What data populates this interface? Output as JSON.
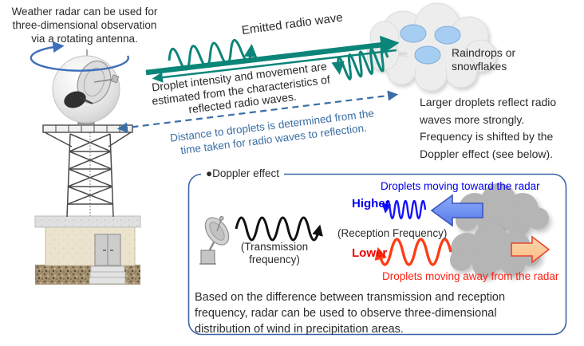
{
  "colors": {
    "teal": "#0c8579",
    "steel_blue": "#3a6ea5",
    "rotation_blue": "#3f6fba",
    "label_blue": "#0000ee",
    "label_red": "#ee0000",
    "wave_red": "#ff3c14",
    "box_border": "#3a64a8",
    "droplet_blue": "#a6cef2",
    "cloud_gray": "#b5b5b5"
  },
  "icons": {
    "radar-tower-icon": "weather radar dome on lattice tower over building",
    "rotation-arrow-icon": "blue elliptical rotation arrow",
    "rain-cloud-icon": "gray cloud holding blue droplet ovals",
    "radar-dish-icon": "small gray radar dish on stand",
    "droplet-cloud-icon": "gray droplet cloud",
    "left-block-arrow-icon": "blue block arrow pointing left",
    "right-block-arrow-icon": "orange block arrow pointing right"
  },
  "main_diagram": {
    "intro_note": "Weather radar can be used for\nthree-dimensional observation\nvia a rotating antenna.",
    "emitted_wave_label": "Emitted radio wave",
    "reflection_note": "Droplet intensity and movement are\nestimated from the characteristics of\nreflected radio waves.",
    "distance_note": "Distance to droplets is determined from the\ntime taken for radio waves to reflection.",
    "cloud_label": "Raindrops or\nsnowflakes",
    "side_note": "Larger droplets reflect radio\nwaves more strongly.\nFrequency is shifted by the\nDoppler effect (see below)."
  },
  "doppler_box": {
    "title": "●Doppler effect",
    "transmission_label": "(Transmission\nfrequency)",
    "higher_label": "Higher",
    "reception_label": "(Reception Frequency)",
    "lower_label": "Lower",
    "toward_label": "Droplets moving toward the radar",
    "away_label": "Droplets moving away from the radar",
    "summary": "Based on the difference between transmission and reception\nfrequency, radar can be used to observe three-dimensional\ndistribution of wind in precipitation areas."
  }
}
